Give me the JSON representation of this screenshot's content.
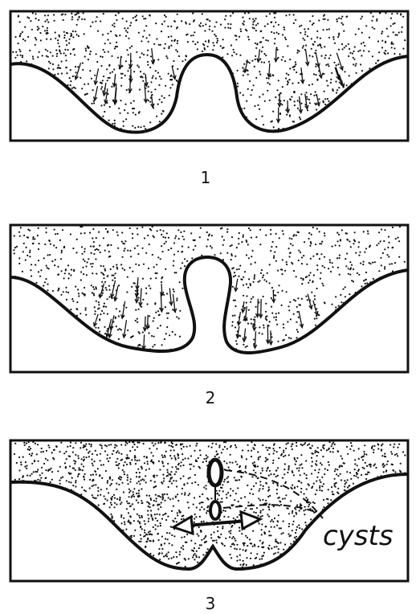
{
  "panels": [
    {
      "label": "1"
    },
    {
      "label": "2"
    },
    {
      "label": "3",
      "annotation": "cysts"
    }
  ],
  "colors": {
    "ink": "#111111",
    "background": "#ffffff"
  }
}
